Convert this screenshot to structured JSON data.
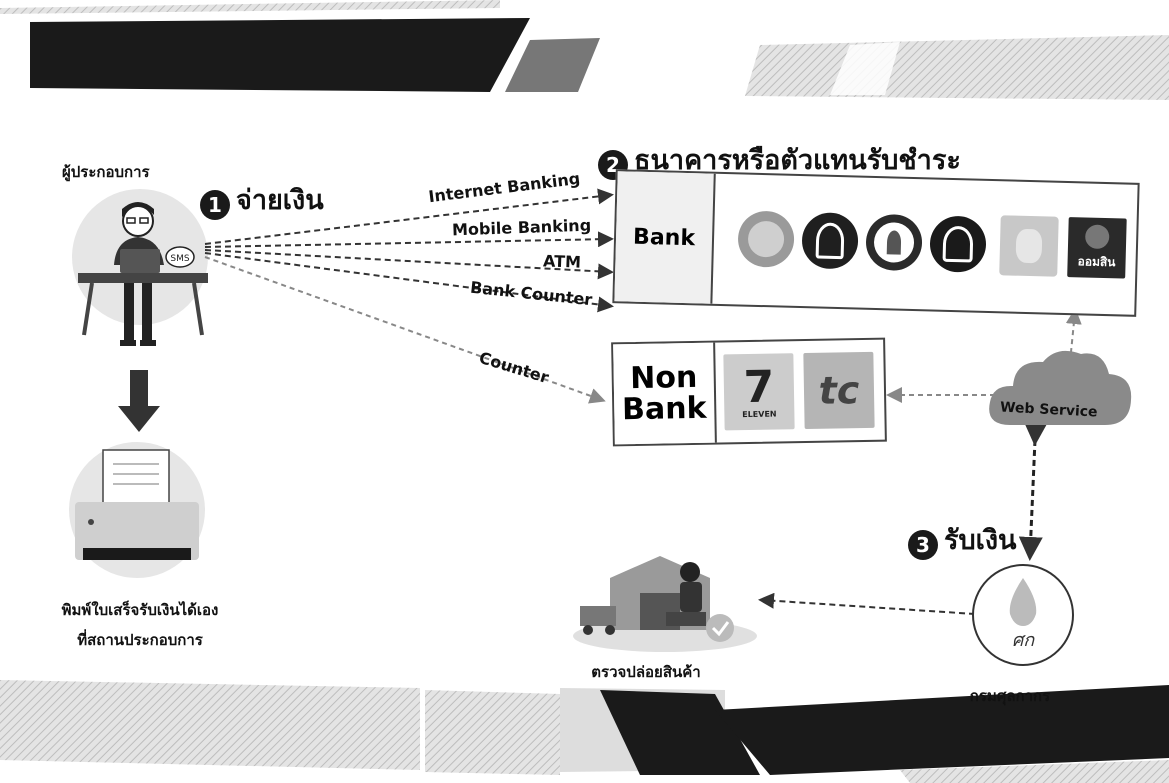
{
  "operator": {
    "label": "ผู้ประกอบการ",
    "badge": "SMS"
  },
  "step1": {
    "number": "1",
    "title": "จ่ายเงิน"
  },
  "step2": {
    "number": "2",
    "title": "ธนาคารหรือตัวแทนรับชำระ"
  },
  "step3": {
    "number": "3",
    "title": "รับเงิน"
  },
  "channels": [
    "Internet Banking",
    "Mobile Banking",
    "ATM",
    "Bank Counter",
    "Counter"
  ],
  "bank": {
    "label": "Bank",
    "logos": [
      "kasikorn-logo",
      "bangkok-bank-logo",
      "krungthai-logo",
      "scb-logo",
      "krungsri-logo",
      "gsb-logo"
    ],
    "gsb_text": "ออมสิน"
  },
  "non_bank": {
    "label": "Non\nBank",
    "seven_text": "ELEVEN",
    "counter_text": "tc"
  },
  "web_service": {
    "label": "Web Service"
  },
  "print_receipt": {
    "line1": "พิมพ์ใบเสร็จรับเงินได้เอง",
    "line2": "ที่สถานประกอบการ"
  },
  "release_goods": {
    "label": "ตรวจปล่อยสินค้า"
  },
  "customs": {
    "label": "กรมศุลกากร"
  },
  "colors": {
    "dark": "#1a1a1a",
    "gray": "#8c8c8c",
    "light_gray": "#d9d9d9",
    "circle_bg": "#e6e6e6",
    "cloud": "#8a8a8a"
  }
}
